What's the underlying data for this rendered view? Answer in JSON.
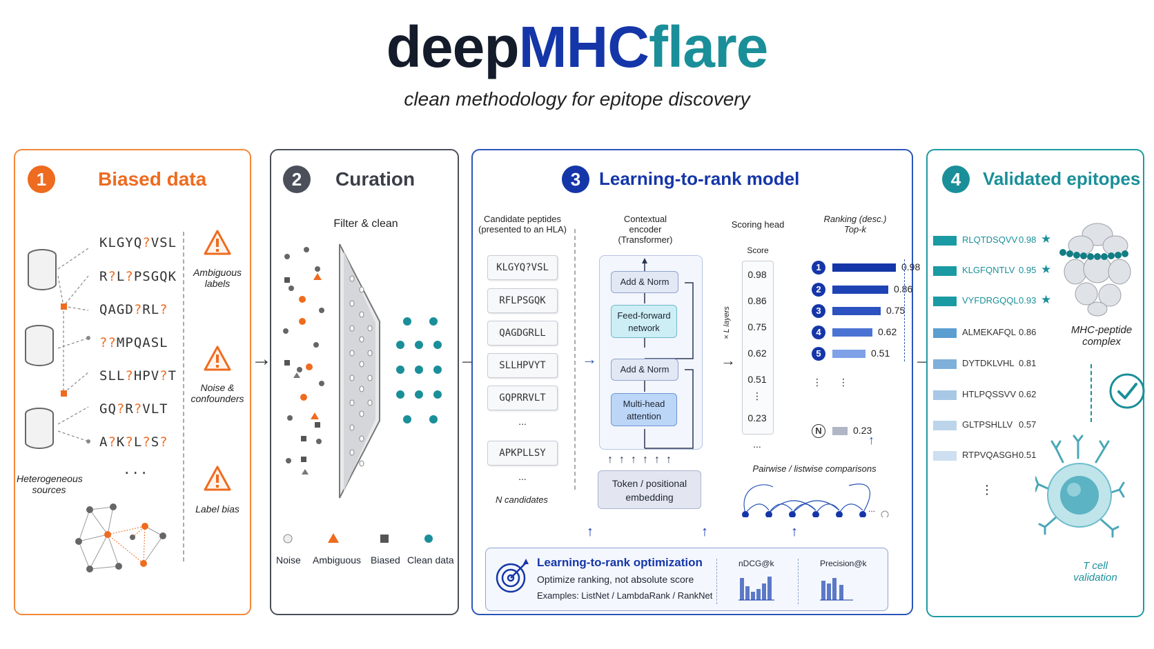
{
  "title": {
    "part1": "deep",
    "part2": "MHC",
    "part3": "flare"
  },
  "subtitle": "clean methodology for epitope discovery",
  "colors": {
    "orange": "#ee6b1f",
    "gray": "#4a4f5a",
    "blue": "#1536a8",
    "teal": "#1a8f99"
  },
  "panel1": {
    "number": "1",
    "heading": "Biased data",
    "sequences": [
      "KLGYQ?VSL",
      "R?L?PSGQK",
      "QAGD?RL?",
      "??MPQASL",
      "SLL?HPV?T",
      "GQ?R?VLT",
      "A?K?L?S?"
    ],
    "ellipsis": "...",
    "sources_label": "Heterogeneous sources",
    "warnings": [
      "Ambiguous labels",
      "Noise & confounders",
      "Label bias"
    ]
  },
  "panel2": {
    "number": "2",
    "heading": "Curation",
    "filter_label": "Filter & clean",
    "legend": [
      "Noise",
      "Ambiguous",
      "Biased",
      "Clean data"
    ]
  },
  "panel3": {
    "number": "3",
    "heading": "Learning-to-rank model",
    "candidates_header": "Candidate peptides (presented to an HLA)",
    "candidates": [
      "KLGYQ?VSL",
      "RFLPSGQK",
      "QAGDGRLL",
      "SLLHPVYT",
      "GQPRRVLT",
      "APKPLLSY"
    ],
    "candidates_footer": "N candidates",
    "encoder_header": "Contextual encoder (Transformer)",
    "encoder_blocks": [
      "Add & Norm",
      "Feed-forward network",
      "Add & Norm",
      "Multi-head attention"
    ],
    "embedding": "Token / positional embedding",
    "layers_label": "× L layers",
    "scoring_header": "Scoring head",
    "score_label": "Score",
    "scores": [
      "0.98",
      "0.86",
      "0.75",
      "0.62",
      "0.51",
      "0.23"
    ],
    "ranking_header": "Ranking (desc.) Top-k",
    "ranking": [
      {
        "rank": "1",
        "value": 0.98,
        "label": "0.98"
      },
      {
        "rank": "2",
        "value": 0.86,
        "label": "0.86"
      },
      {
        "rank": "3",
        "value": 0.75,
        "label": "0.75"
      },
      {
        "rank": "4",
        "value": 0.62,
        "label": "0.62"
      },
      {
        "rank": "5",
        "value": 0.51,
        "label": "0.51"
      },
      {
        "rank": "N",
        "value": 0.23,
        "label": "0.23"
      }
    ],
    "pairwise_label": "Pairwise / listwise comparisons",
    "optimization": {
      "title": "Learning-to-rank optimization",
      "line1": "Optimize ranking, not absolute score",
      "line2": "Examples: ListNet / LambdaRank / RankNet",
      "metric1": "nDCG@k",
      "metric2": "Precision@k"
    }
  },
  "panel4": {
    "number": "4",
    "heading": "Validated epitopes",
    "epitopes": [
      {
        "seq": "RLQTDSQVV",
        "score": "0.98",
        "star": true
      },
      {
        "seq": "KLGFQNTLV",
        "score": "0.95",
        "star": true
      },
      {
        "seq": "VYFDRGQQL",
        "score": "0.93",
        "star": true
      },
      {
        "seq": "ALMEKAFQL",
        "score": "0.86",
        "star": false
      },
      {
        "seq": "DYTDKLVHL",
        "score": "0.81",
        "star": false
      },
      {
        "seq": "HTLPQSSVV",
        "score": "0.62",
        "star": false
      },
      {
        "seq": "GLTPSHLLV",
        "score": "0.57",
        "star": false
      },
      {
        "seq": "RTPVQASGH",
        "score": "0.51",
        "star": false
      }
    ],
    "complex_label": "MHC-peptide complex",
    "tcell_label": "T cell validation"
  }
}
